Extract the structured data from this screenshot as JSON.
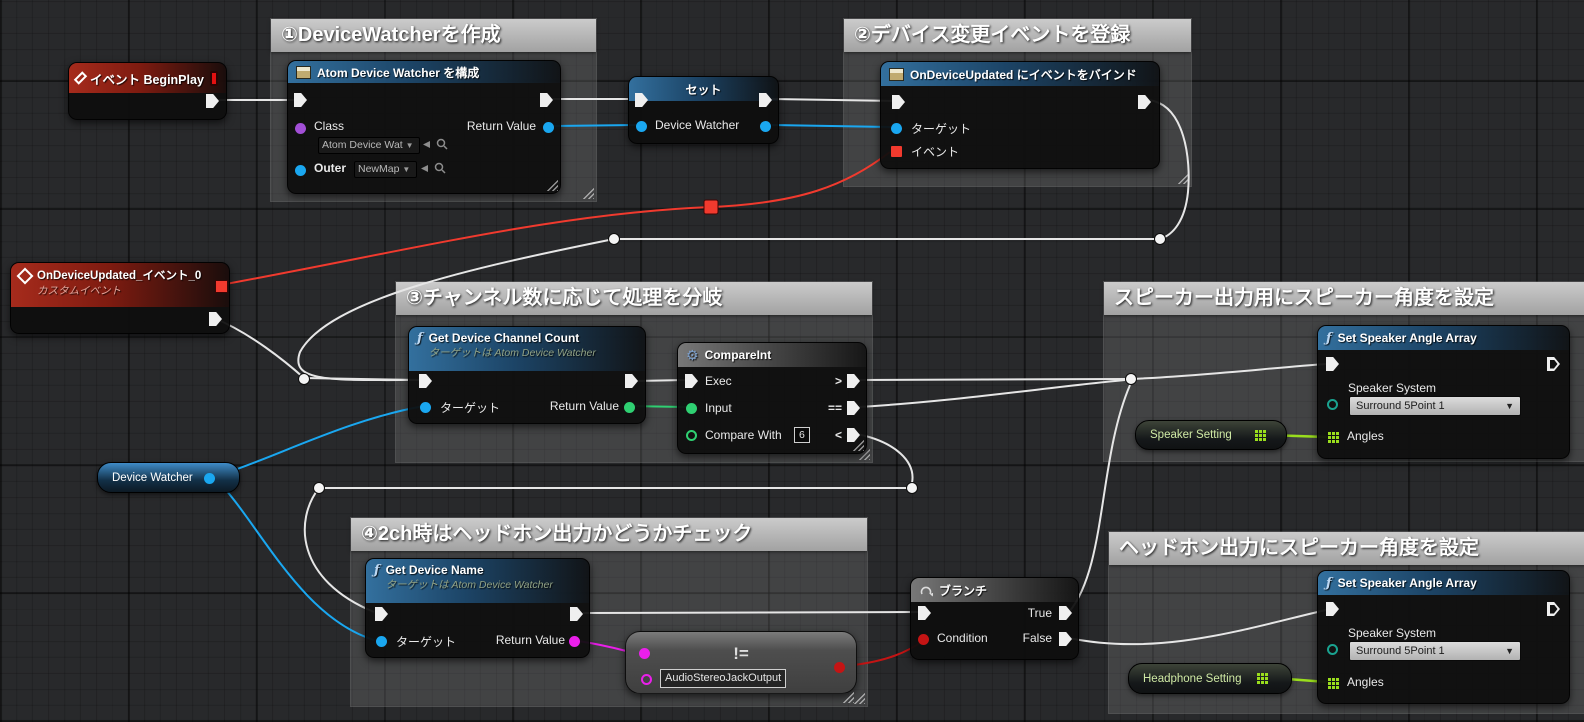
{
  "colors": {
    "exec_wire": "#e6e6e6",
    "object_blue": "#1aa7f0",
    "class_purple": "#a24fd6",
    "int_green": "#2fd072",
    "string_magenta": "#ea1fea",
    "bool_red": "#c41414",
    "delegate_red": "#f13a2e",
    "array_lime": "#9ade1d",
    "enum_teal": "#1aa390"
  },
  "comments": [
    {
      "label": "①DeviceWatcherを作成"
    },
    {
      "label": "②デバイス変更イベントを登録"
    },
    {
      "label": "③チャンネル数に応じて処理を分岐"
    },
    {
      "label": "④2ch時はヘッドホン出力かどうかチェック"
    },
    {
      "label": "スピーカー出力用にスピーカー角度を設定"
    },
    {
      "label": "ヘッドホン出力にスピーカー角度を設定"
    }
  ],
  "nodes": {
    "begin_play": {
      "title": "イベント BeginPlay"
    },
    "construct": {
      "title": "Atom Device Watcher を構成",
      "class_label": "Class",
      "class_value": "Atom Device Wat",
      "return_label": "Return Value",
      "outer_label": "Outer",
      "outer_value": "NewMap"
    },
    "set": {
      "title": "セット",
      "var_label": "Device Watcher"
    },
    "bind": {
      "title": "OnDeviceUpdated にイベントをバインド",
      "target_label": "ターゲット",
      "event_label": "イベント"
    },
    "custom_event": {
      "title": "OnDeviceUpdated_イベント_0",
      "subtitle": "カスタムイベント"
    },
    "device_watcher_var": {
      "label": "Device Watcher"
    },
    "get_channel_count": {
      "title": "Get Device Channel Count",
      "subtitle": "ターゲットは Atom Device Watcher",
      "target_label": "ターゲット",
      "return_label": "Return Value"
    },
    "compare_int": {
      "title": "CompareInt",
      "exec_label": "Exec",
      "input_label": "Input",
      "compare_label": "Compare With",
      "compare_value": "6",
      "gt_label": ">",
      "eq_label": "==",
      "lt_label": "<"
    },
    "get_device_name": {
      "title": "Get Device Name",
      "subtitle": "ターゲットは Atom Device Watcher",
      "target_label": "ターゲット",
      "return_label": "Return Value"
    },
    "not_equal": {
      "title": "!=",
      "value": "AudioStereoJackOutput"
    },
    "branch": {
      "title": "ブランチ",
      "condition_label": "Condition",
      "true_label": "True",
      "false_label": "False"
    },
    "set_speaker_top": {
      "title": "Set Speaker Angle Array",
      "system_label": "Speaker System",
      "system_value": "Surround 5Point 1",
      "angles_label": "Angles"
    },
    "set_speaker_bottom": {
      "title": "Set Speaker Angle Array",
      "system_label": "Speaker System",
      "system_value": "Surround 5Point 1",
      "angles_label": "Angles"
    },
    "speaker_setting_var": {
      "label": "Speaker Setting"
    },
    "headphone_setting_var": {
      "label": "Headphone Setting"
    }
  }
}
